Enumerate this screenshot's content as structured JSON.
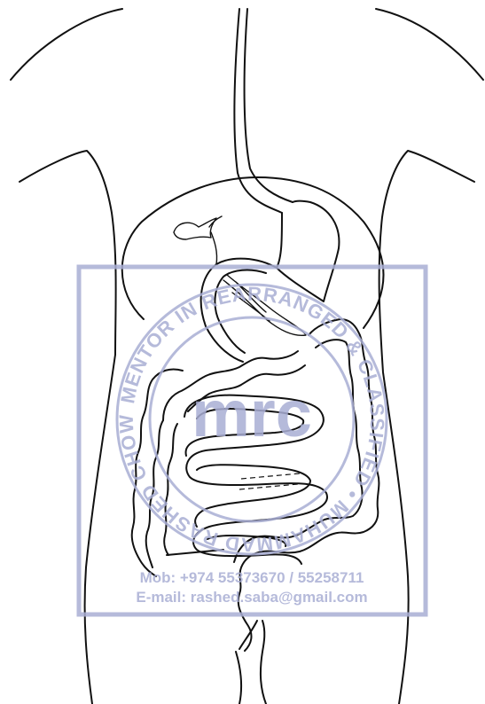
{
  "watermark": {
    "color": "#a9aed4",
    "logo_text": "mrc",
    "ring_text": "MENTOR IN REARRANGED & CLASSIFIED • MUHAMMAD RASHED CHOWDHURY •",
    "contact_mobile": "Mob: +974 55373670 / 55258711",
    "contact_email": "E-mail: rashed.saba@gmail.com"
  },
  "diagram": {
    "outline_color": "#111111"
  }
}
